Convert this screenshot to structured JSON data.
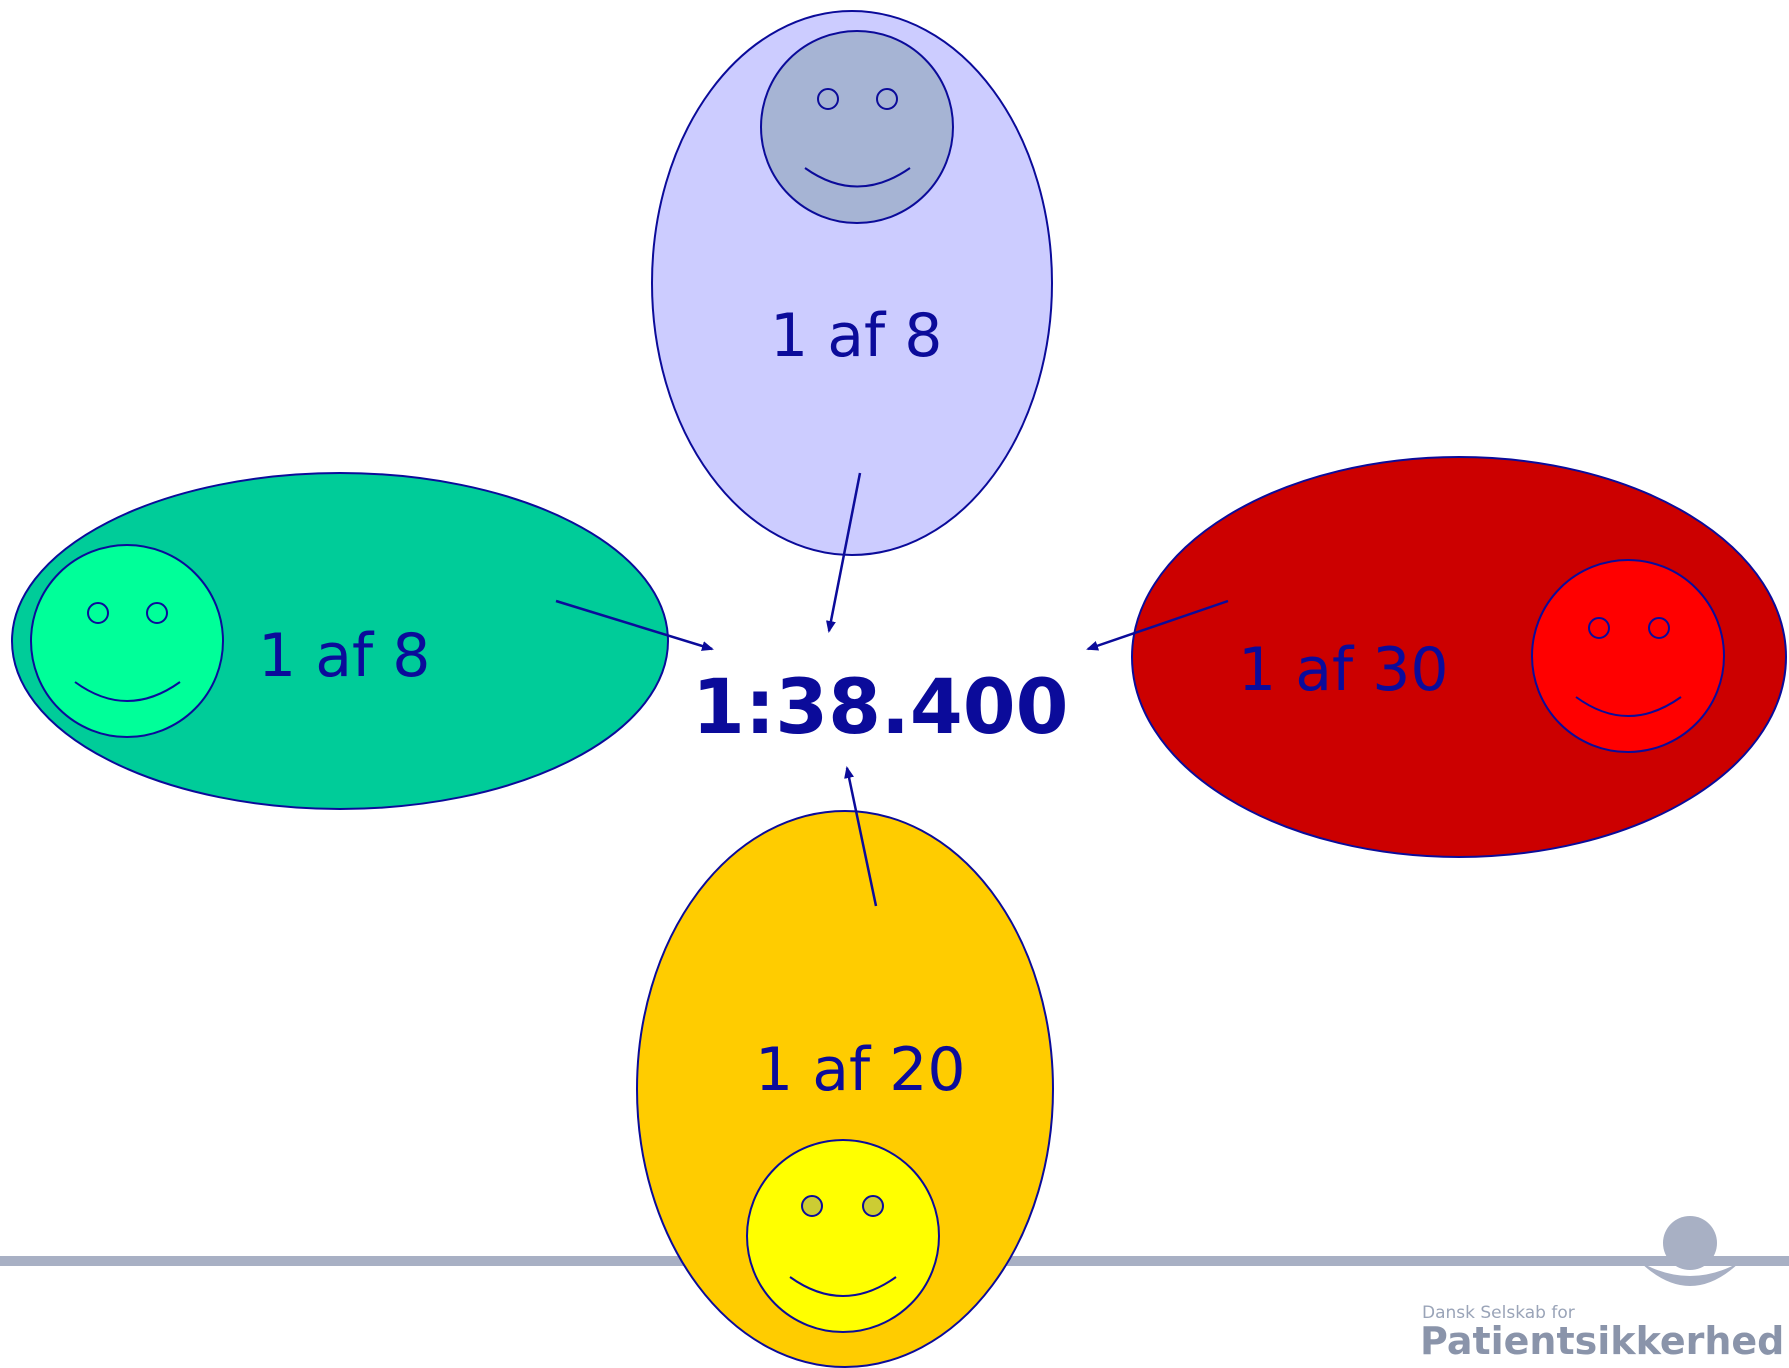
{
  "diagram": {
    "center_text": "1:38.400",
    "ellipses": [
      {
        "id": "top",
        "label": "1 af 8",
        "fill": "#ccccff",
        "face_fill": "#a6b4d4"
      },
      {
        "id": "left",
        "label": "1 af 8",
        "fill": "#00cc99",
        "face_fill": "#00ff99"
      },
      {
        "id": "right",
        "label": "1 af 30",
        "fill": "#cc0000",
        "face_fill": "#ff0000"
      },
      {
        "id": "bottom",
        "label": "1 af 20",
        "fill": "#ffcc00",
        "face_fill": "#ffff00"
      }
    ],
    "outline_color": "#0b0b9a",
    "arrow_color": "#0b0b9a"
  },
  "logo": {
    "line1": "Dansk Selskab for",
    "line2": "Patientsikkerhed",
    "color": "#9aa4b8"
  }
}
